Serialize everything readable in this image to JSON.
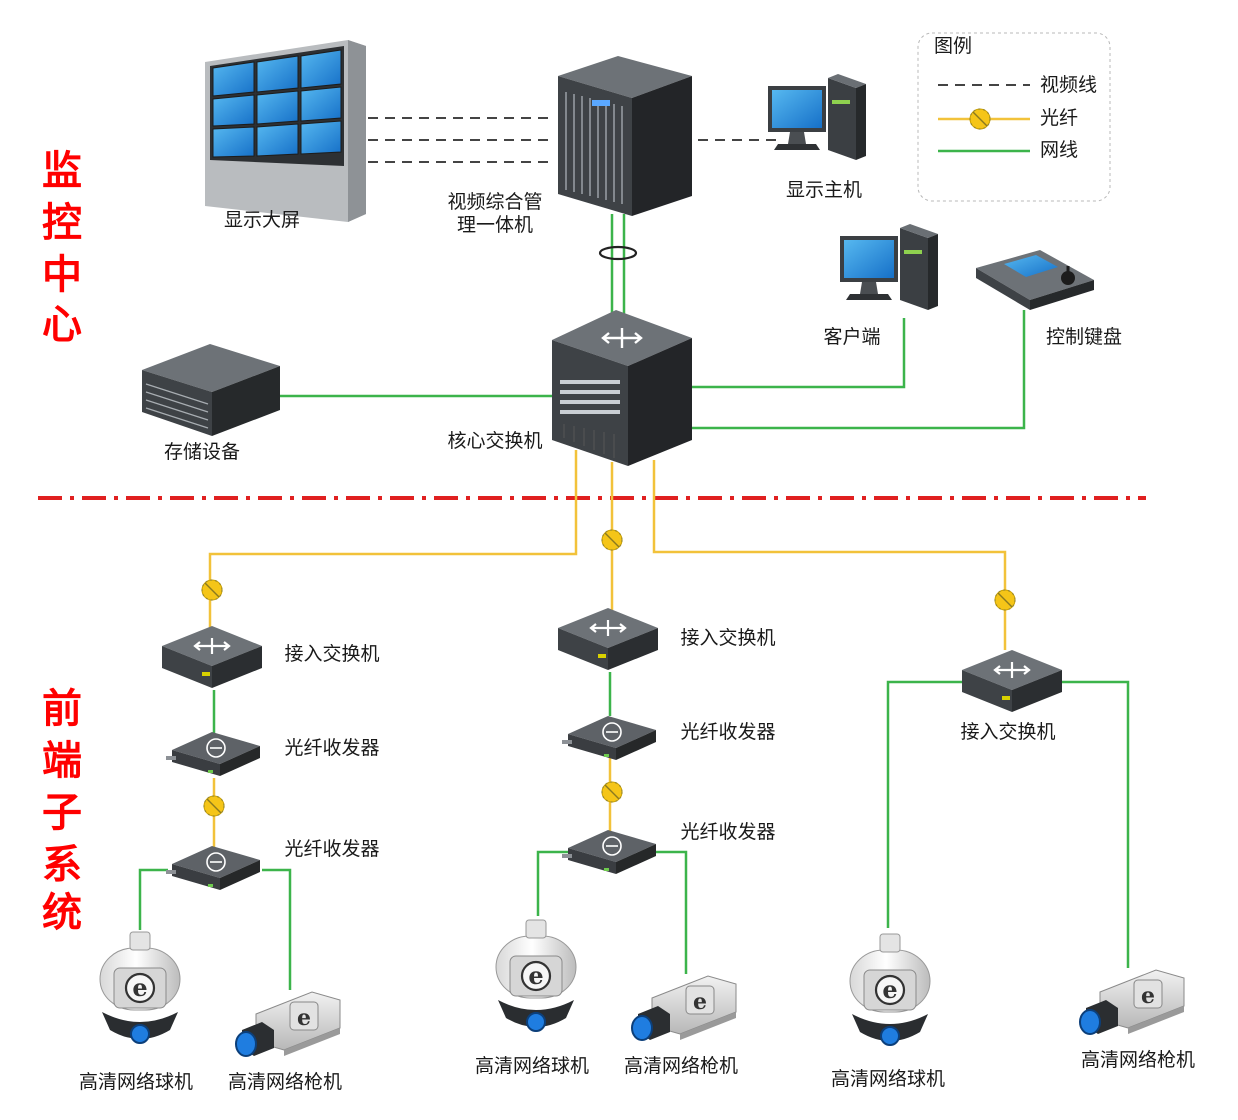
{
  "legend": {
    "title": "图例",
    "items": [
      {
        "label": "视频线",
        "style": "dashed",
        "color": "#444444"
      },
      {
        "label": "光纤",
        "style": "fiber",
        "color": "#f2c23a"
      },
      {
        "label": "网线",
        "style": "solid",
        "color": "#3cb44b"
      }
    ]
  },
  "sections": {
    "top": [
      "监",
      "控",
      "中",
      "心"
    ],
    "bottom": [
      "前",
      "端",
      "子",
      "系",
      "统"
    ],
    "color": "#ff0000"
  },
  "devices": {
    "video_wall": "显示大屏",
    "video_mgmt_line1": "视频综合管",
    "video_mgmt_line2": "理一体机",
    "display_host": "显示主机",
    "client": "客户端",
    "control_keyboard": "控制键盘",
    "storage": "存储设备",
    "core_switch": "核心交换机",
    "access_switch": "接入交换机",
    "fiber_transceiver": "光纤收发器",
    "dome_camera": "高清网络球机",
    "bullet_camera": "高清网络枪机"
  },
  "colors": {
    "fiber": "#f2c23a",
    "network": "#3cb44b",
    "video": "#444444",
    "divider": "#e02020"
  }
}
